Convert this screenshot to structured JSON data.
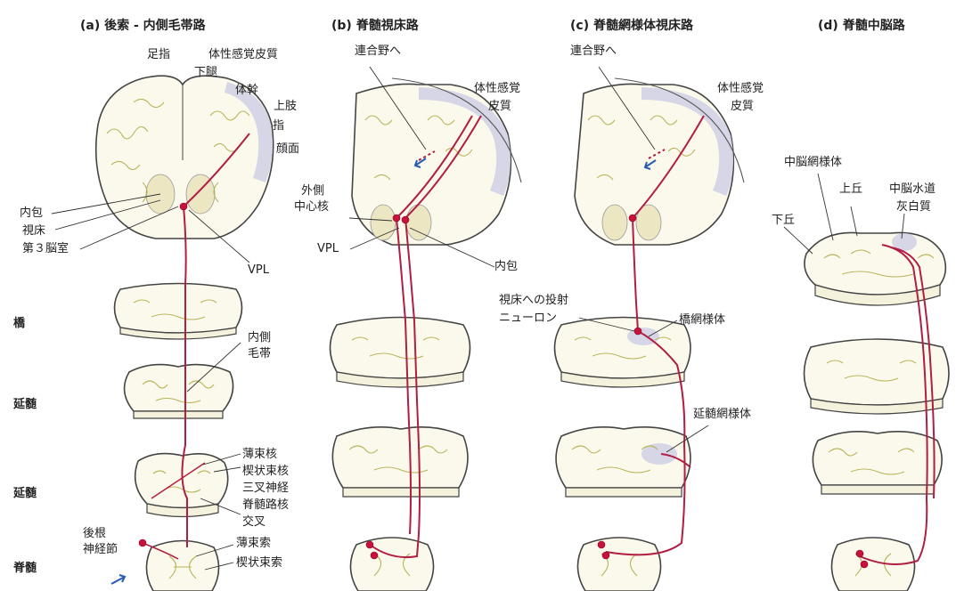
{
  "panels": {
    "a": {
      "title": "(a) 後索 - 内側毛帯路",
      "labels": {
        "toe": "足指",
        "somatosensory_cortex": "体性感覚皮質",
        "lower_leg": "下腿",
        "trunk": "体幹",
        "upper_limb": "上肢",
        "finger": "指",
        "face": "顔面",
        "internal_capsule": "内包",
        "thalamus": "視床",
        "third_ventricle": "第３脳室",
        "vpl": "VPL",
        "medial_lemniscus_1": "内側",
        "medial_lemniscus_2": "毛帯",
        "nucleus_gracilis": "薄束核",
        "nucleus_cuneatus": "楔状束核",
        "trigeminal_1": "三叉神経",
        "trigeminal_2": "脊髄路核",
        "decussation": "交叉",
        "dorsal_root_1": "後根",
        "dorsal_root_2": "神経節",
        "fasciculus_gracilis": "薄束索",
        "fasciculus_cuneatus": "楔状束索"
      },
      "levels": {
        "pons": "橋",
        "medulla_upper": "延髄",
        "medulla_lower": "延髄",
        "spinal_cord": "脊髄"
      }
    },
    "b": {
      "title": "(b) 脊髄視床路",
      "labels": {
        "association_area": "連合野へ",
        "somatosensory_1": "体性感覚",
        "somatosensory_2": "皮質",
        "lateral_central_1": "外側",
        "lateral_central_2": "中心核",
        "vpl": "VPL",
        "internal_capsule": "内包"
      }
    },
    "c": {
      "title": "(c) 脊髄網様体視床路",
      "labels": {
        "association_area": "連合野へ",
        "somatosensory_1": "体性感覚",
        "somatosensory_2": "皮質",
        "projection_1": "視床への投射",
        "projection_2": "ニューロン",
        "pontine_reticular": "橋網様体",
        "medullary_reticular": "延髄網様体"
      }
    },
    "d": {
      "title": "(d) 脊髄中脳路",
      "labels": {
        "midbrain_reticular": "中脳網様体",
        "superior_colliculus": "上丘",
        "aqueduct_1": "中脳水道",
        "aqueduct_2": "灰白質",
        "inferior_colliculus": "下丘"
      }
    }
  },
  "colors": {
    "tract": "#b01e44",
    "neuron_dot": "#c8123c",
    "cortex_highlight": "#cfd0e6",
    "arrow": "#2a5db0"
  }
}
